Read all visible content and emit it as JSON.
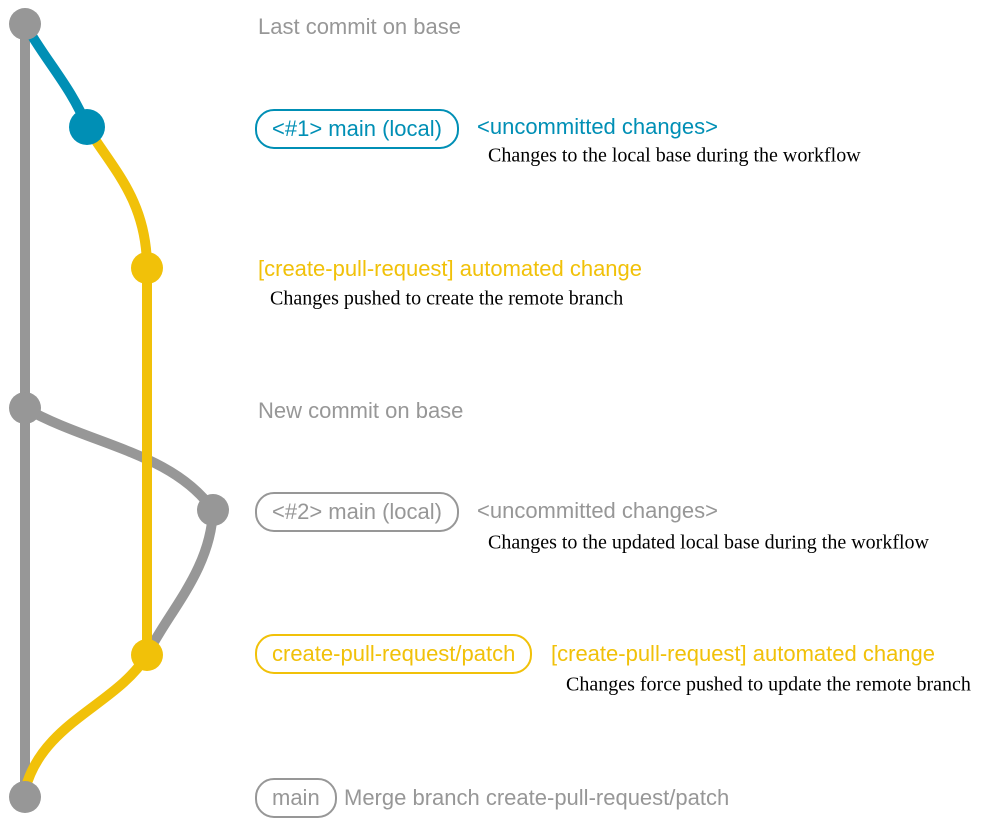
{
  "colors": {
    "base": "#979797",
    "local": "#008fb5",
    "remote": "#f1c109",
    "note": "#000000",
    "background": "#ffffff"
  },
  "rows": [
    {
      "id": "last-commit-on-base",
      "message": "Last commit on base"
    },
    {
      "id": "local-main-1",
      "badge": "<#1> main (local)",
      "message": "<uncommitted changes>",
      "note": "Changes to the local base during the workflow"
    },
    {
      "id": "remote-branch-created",
      "message": "[create-pull-request] automated change",
      "note": "Changes pushed to create the remote branch"
    },
    {
      "id": "new-commit-on-base",
      "message": "New commit on base"
    },
    {
      "id": "local-main-2",
      "badge": "<#2> main (local)",
      "message": "<uncommitted changes>",
      "note": "Changes to the updated local base during the workflow"
    },
    {
      "id": "remote-branch-updated",
      "badge": "create-pull-request/patch",
      "message": "[create-pull-request] automated change",
      "note": "Changes force pushed to update the remote branch"
    },
    {
      "id": "merge-commit",
      "badge": "main",
      "message": "Merge branch create-pull-request/patch"
    }
  ]
}
